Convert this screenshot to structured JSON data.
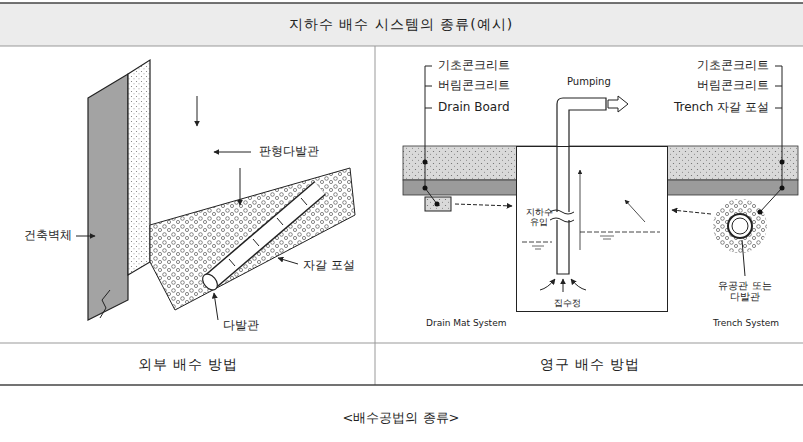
{
  "diagram": {
    "title": "지하수 배수 시스템의 종류(예시)",
    "caption": "<배수공법의 종류>",
    "nodes": [
      {
        "text": [
          "지하수 유입",
          "집수정"
        ]
      }
    ],
    "labels": [
      "건축벽체",
      "판형다발관",
      "자갈 포설",
      "다발관",
      "기초콘크리트",
      "버림콘크리트",
      "Drain Board",
      "Pumping",
      "기초콘크리트",
      "버림콘크리트",
      "Trench 자갈 포설",
      "유공관 또는 다발관",
      "Drain Mat System",
      "Trench System",
      "외부 배수 방법",
      "영구 배수 방법"
    ]
  }
}
